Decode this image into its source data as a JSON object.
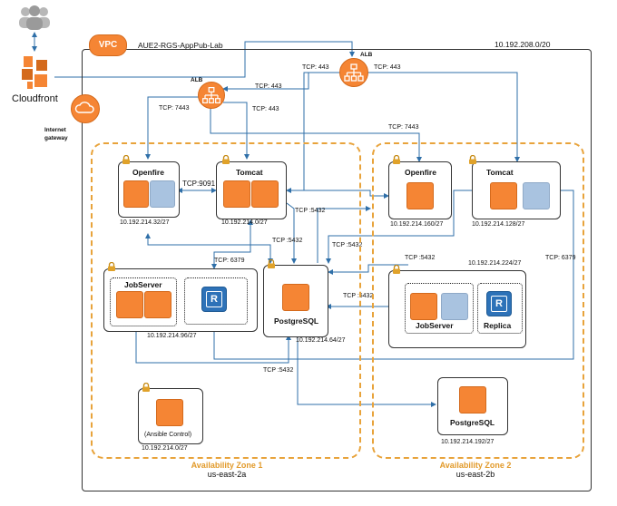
{
  "vpc": {
    "badge": "VPC",
    "name": "AUE2-RGS-AppPub-Lab",
    "cidr": "10.192.208.0/20"
  },
  "cloudfront": {
    "label": "Cloudfront"
  },
  "igw": {
    "label_line1": "Internet",
    "label_line2": "gateway"
  },
  "alb_top": {
    "label": "ALB"
  },
  "alb_left": {
    "label": "ALB"
  },
  "links": {
    "tcp443_a": "TCP: 443",
    "tcp443_b": "TCP: 443",
    "tcp443_c": "TCP: 443",
    "tcp443_d": "TCP: 443",
    "tcp7443_a": "TCP: 7443",
    "tcp7443_b": "TCP: 7443",
    "tcp9091": "TCP:9091",
    "tcp5432_a": "TCP :5432",
    "tcp5432_b": "TCP :5432",
    "tcp5432_c": "TCP :5432",
    "tcp5432_d": "TCP :5432",
    "tcp5432_e": "TCP :5432",
    "tcp5432_f": "TCP :5432",
    "tcp6379_a": "TCP: 6379",
    "tcp6379_b": "TCP: 6379"
  },
  "zone1": {
    "name": "Availability Zone 1",
    "region": "us-east-2a",
    "openfire": {
      "label": "Openfire",
      "cidr": "10.192.214.32/27"
    },
    "tomcat": {
      "label": "Tomcat",
      "cidr": "10.192.214.0/27"
    },
    "jobserver": {
      "label": "JobServer",
      "cidr": "10.192.214.96/27"
    },
    "redis": {
      "glyph": "R"
    },
    "postgres": {
      "label": "PostgreSQL",
      "cidr": "10.192.214.64/27"
    },
    "ansible": {
      "label": "(Ansible Control)",
      "cidr": "10.192.214.0/27"
    }
  },
  "zone2": {
    "name": "Availability Zone 2",
    "region": "us-east-2b",
    "openfire": {
      "label": "Openfire",
      "cidr": "10.192.214.160/27"
    },
    "tomcat": {
      "label": "Tomcat",
      "cidr": "10.192.214.128/27"
    },
    "group_cidr": "10.192.214.224/27",
    "jobserver": {
      "label": "JobServer"
    },
    "replica": {
      "label": "Replica",
      "glyph": "R"
    },
    "postgres": {
      "label": "PostgreSQL",
      "cidr": "10.192.214.192/27"
    }
  }
}
